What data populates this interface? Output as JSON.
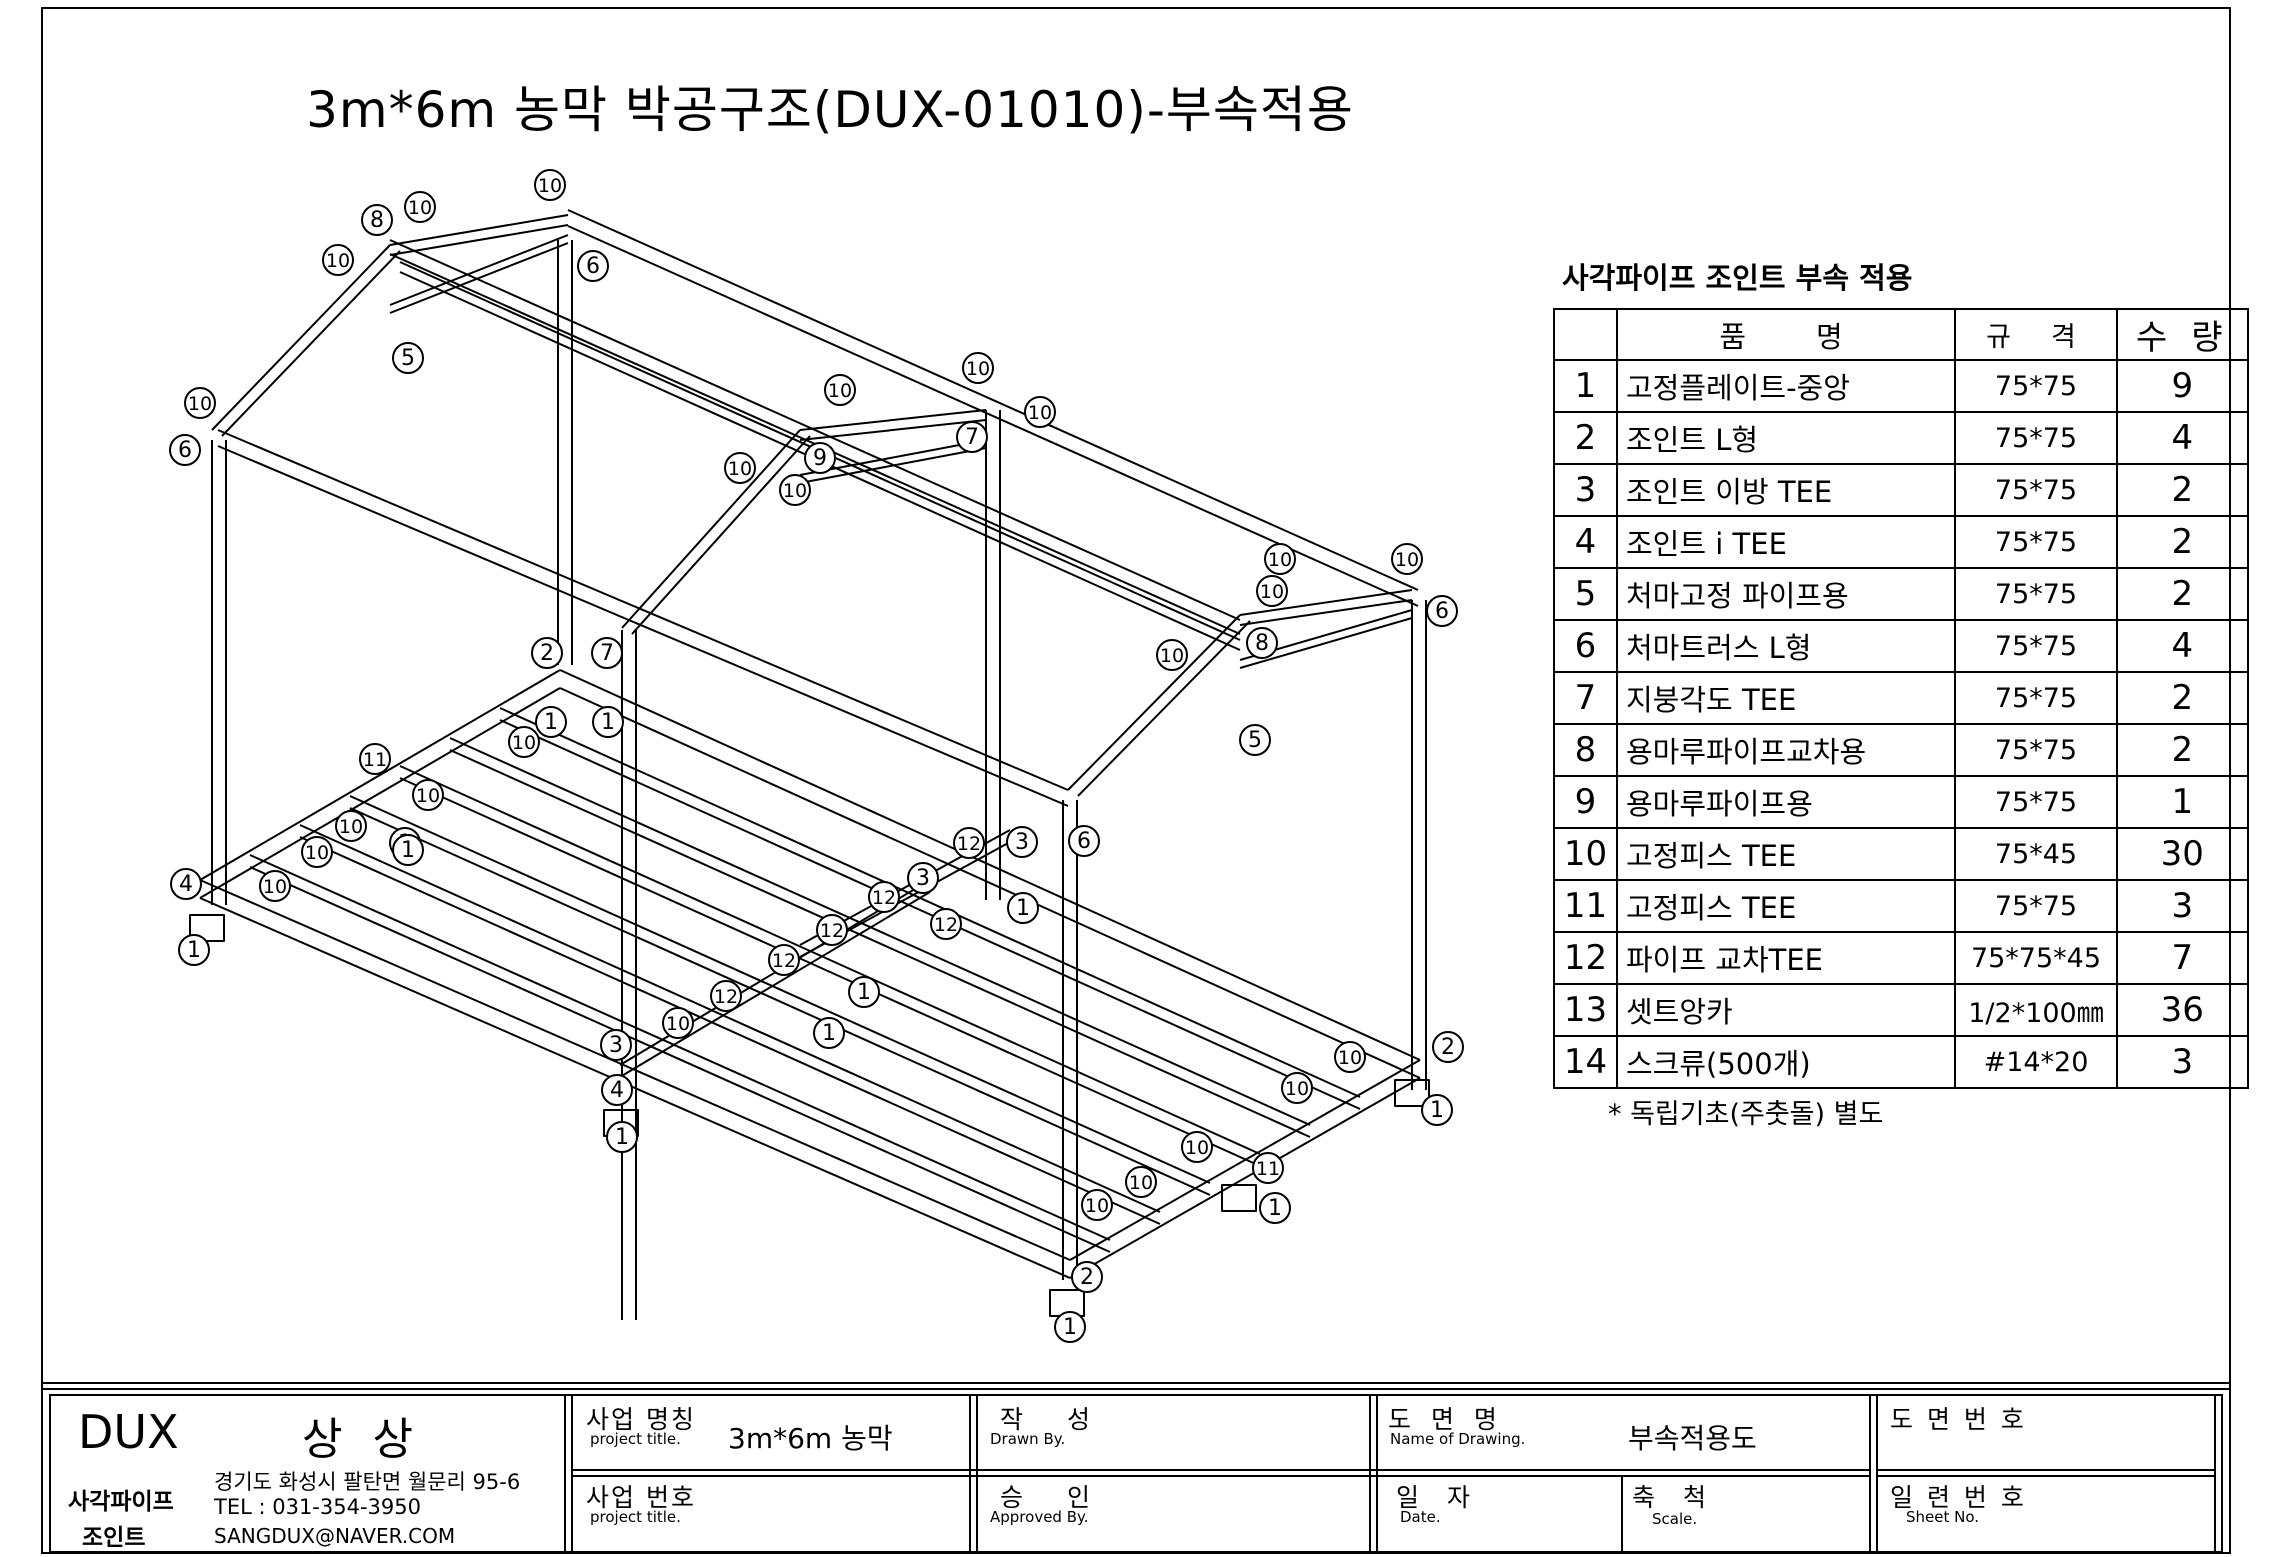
{
  "title": "3m*6m 농막 박공구조(DUX-01010)-부속적용",
  "parts_table": {
    "heading": "사각파이프 조인트 부속 적용",
    "columns": {
      "name": "품명",
      "spec": "규격",
      "qty": "수량"
    },
    "rows": [
      {
        "no": "1",
        "name": "고정플레이트-중앙",
        "spec": "75*75",
        "qty": "9"
      },
      {
        "no": "2",
        "name": "조인트 L형",
        "spec": "75*75",
        "qty": "4"
      },
      {
        "no": "3",
        "name": "조인트 이방 TEE",
        "spec": "75*75",
        "qty": "2"
      },
      {
        "no": "4",
        "name": "조인트 i TEE",
        "spec": "75*75",
        "qty": "2"
      },
      {
        "no": "5",
        "name": "처마고정 파이프용",
        "spec": "75*75",
        "qty": "2"
      },
      {
        "no": "6",
        "name": "처마트러스 L형",
        "spec": "75*75",
        "qty": "4"
      },
      {
        "no": "7",
        "name": "지붕각도 TEE",
        "spec": "75*75",
        "qty": "2"
      },
      {
        "no": "8",
        "name": "용마루파이프교차용",
        "spec": "75*75",
        "qty": "2"
      },
      {
        "no": "9",
        "name": "용마루파이프용",
        "spec": "75*75",
        "qty": "1"
      },
      {
        "no": "10",
        "name": "고정피스 TEE",
        "spec": "75*45",
        "qty": "30"
      },
      {
        "no": "11",
        "name": "고정피스 TEE",
        "spec": "75*75",
        "qty": "3"
      },
      {
        "no": "12",
        "name": "파이프 교차TEE",
        "spec": "75*75*45",
        "qty": "7"
      },
      {
        "no": "13",
        "name": "셋트앙카",
        "spec": "1/2*100㎜",
        "qty": "36"
      },
      {
        "no": "14",
        "name": "스크류(500개)",
        "spec": "#14*20",
        "qty": "3"
      }
    ],
    "note": "* 독립기초(주춧돌) 별도"
  },
  "callouts": [
    "10",
    "8",
    "10",
    "6",
    "10",
    "5",
    "10",
    "6",
    "10",
    "10",
    "7",
    "10",
    "9",
    "10",
    "10",
    "10",
    "10",
    "8",
    "6",
    "10",
    "10",
    "7",
    "2",
    "1",
    "1",
    "10",
    "5",
    "11",
    "10",
    "10",
    "1",
    "10",
    "1",
    "4",
    "10",
    "1",
    "12",
    "3",
    "6",
    "12",
    "3",
    "12",
    "1",
    "12",
    "12",
    "1",
    "12",
    "1",
    "3",
    "10",
    "10",
    "2",
    "4",
    "1",
    "10",
    "1",
    "10",
    "11",
    "10",
    "10",
    "1",
    "2",
    "1"
  ],
  "title_block": {
    "company": "DUX",
    "company_sub": "상 상",
    "product_line_1": "사각파이프",
    "product_line_2": "조인트",
    "address": "경기도 화성시 팔탄면 월문리 95-6",
    "tel": "TEL : 031-354-3950",
    "email": "SANGDUX@NAVER.COM",
    "project_title_label": "사업 명칭",
    "project_title_en": "project title.",
    "project_title_value": "3m*6m 농막",
    "project_no_label": "사업 번호",
    "project_no_en": "project title.",
    "drawn_by_label": "작 성",
    "drawn_by_en": "Drawn By.",
    "approved_by_label": "승 인",
    "approved_by_en": "Approved By.",
    "drawing_name_label": "도 면 명",
    "drawing_name_en": "Name of Drawing.",
    "drawing_name_value": "부속적용도",
    "date_label": "일 자",
    "date_en": "Date.",
    "scale_label": "축 척",
    "scale_en": "Scale.",
    "drawing_no_label": "도 면 번 호",
    "sheet_no_label": "일 련 번 호",
    "sheet_no_en": "Sheet No."
  }
}
